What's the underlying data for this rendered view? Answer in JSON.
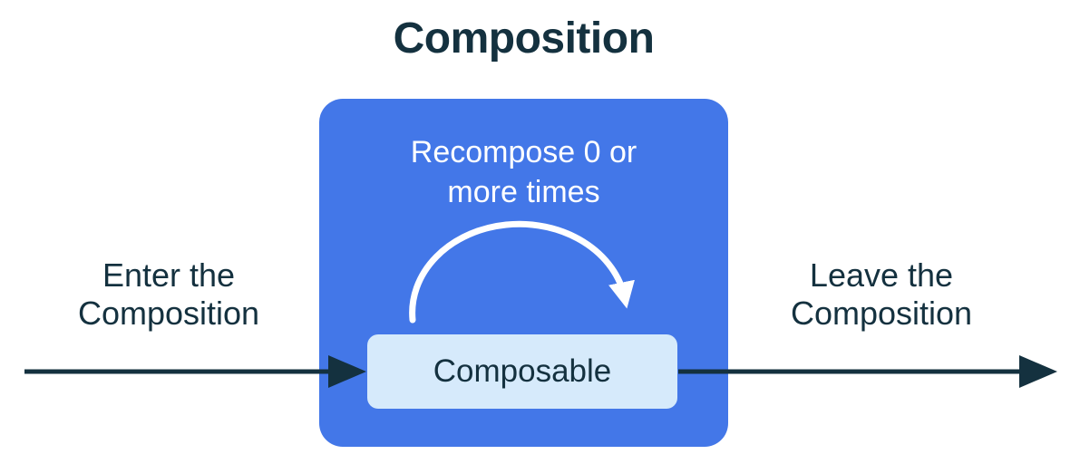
{
  "title": "Composition",
  "composition_box": {
    "recompose_label": "Recompose 0 or\nmore times",
    "composable_label": "Composable"
  },
  "enter_label": "Enter the\nComposition",
  "leave_label": "Leave the\nComposition",
  "icons": {
    "enter_arrow": "right-arrow",
    "leave_arrow": "right-arrow",
    "recompose_arc": "looping-arc-arrow"
  },
  "colors": {
    "background": "#FFFFFF",
    "container_blue": "#4377E8",
    "composable_bg": "#D6EAFB",
    "dark": "#14313F",
    "arc": "#FFFFFF",
    "light_text": "#FFFFFF"
  }
}
